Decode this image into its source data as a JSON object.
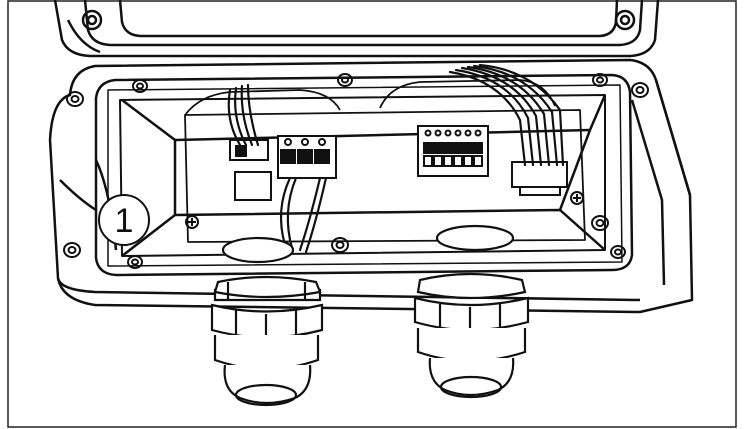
{
  "diagram": {
    "callouts": [
      {
        "label": "1"
      }
    ],
    "parts": {
      "enclosure": "enclosure-base",
      "lid": "enclosure-lid",
      "left_terminal_block": "3-pole-terminal-block",
      "right_terminal_block": "6-pole-terminal-block",
      "left_gland": "cable-gland-left",
      "right_gland": "cable-gland-right",
      "screws": "mounting-screws"
    },
    "colors": {
      "line": "#111111",
      "background": "#ffffff"
    }
  }
}
